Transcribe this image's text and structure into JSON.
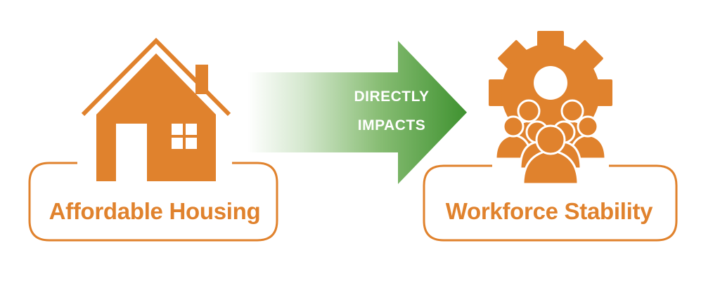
{
  "left_node": {
    "label": "Affordable Housing",
    "icon": "house-icon"
  },
  "connector": {
    "line1": "DIRECTLY",
    "line2": "IMPACTS",
    "icon": "arrow-right-icon"
  },
  "right_node": {
    "label": "Workforce Stability",
    "icon": "gear-people-icon"
  },
  "colors": {
    "orange": "#e0822d",
    "green": "#4a9a3a",
    "white": "#ffffff"
  }
}
